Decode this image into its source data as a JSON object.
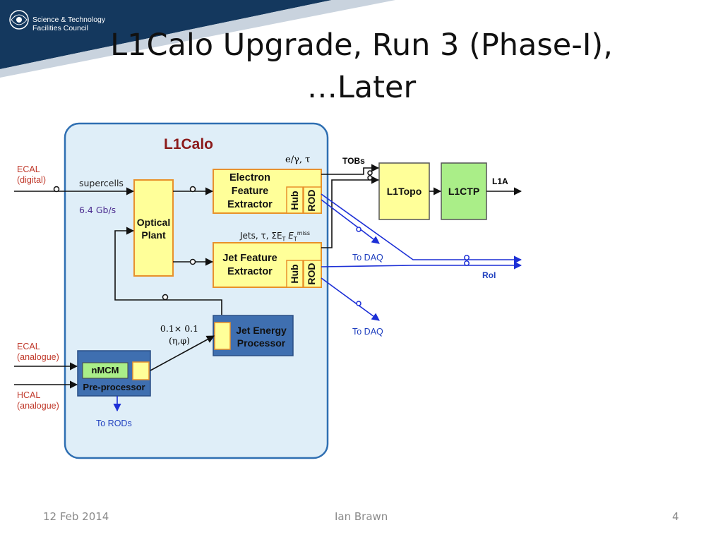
{
  "slide": {
    "logo": [
      "Science & Technology",
      "Facilities Council"
    ],
    "title_line1": "L1Calo Upgrade, Run 3 (Phase-I),",
    "title_line2": "…Later",
    "footer": {
      "date": "12 Feb 2014",
      "author": "Ian Brawn",
      "page": "4"
    }
  },
  "diagram": {
    "container_label": "L1Calo",
    "inputs": {
      "ecal_digital": [
        "ECAL",
        "(digital)"
      ],
      "ecal_analogue": [
        "ECAL",
        "(analogue)"
      ],
      "hcal_analogue": [
        "HCAL",
        "(analogue)"
      ]
    },
    "supercells": "supercells",
    "rate": "6.4 Gb/s",
    "optical_plant": [
      "Optical",
      "Plant"
    ],
    "efex": [
      "Electron",
      "Feature",
      "Extractor"
    ],
    "jfex": [
      "Jet Feature",
      "Extractor"
    ],
    "hub": "Hub",
    "rod": "ROD",
    "egamma_tau": "e/γ, τ",
    "jets_label": {
      "main": "Jets, τ, ΣE",
      "sub1": "T",
      "mid": " E",
      "sub2": "T",
      "sup": "miss"
    },
    "tobs": "TOBs",
    "l1topo": "L1Topo",
    "l1ctp": "L1CTP",
    "l1a": "L1A",
    "to_daq_1": "To DAQ",
    "to_daq_2": "To DAQ",
    "roi": "RoI",
    "jep": [
      "Jet Energy",
      "Processor"
    ],
    "granularity": [
      "0.1× 0.1",
      "(η,φ)"
    ],
    "nmcm": "nMCM",
    "preprocessor": "Pre-processor",
    "to_rods": "To RODs",
    "colors": {
      "container_fill": "#dfeef8",
      "container_stroke": "#2f6fb2",
      "yellow_fill": "#ffff99",
      "orange_stroke": "#e8912b",
      "green_fill": "#aaee88",
      "steel_fill": "#3f6fb0",
      "arrow_blue": "#1c2fd6",
      "label_red": "#c0392b"
    }
  }
}
